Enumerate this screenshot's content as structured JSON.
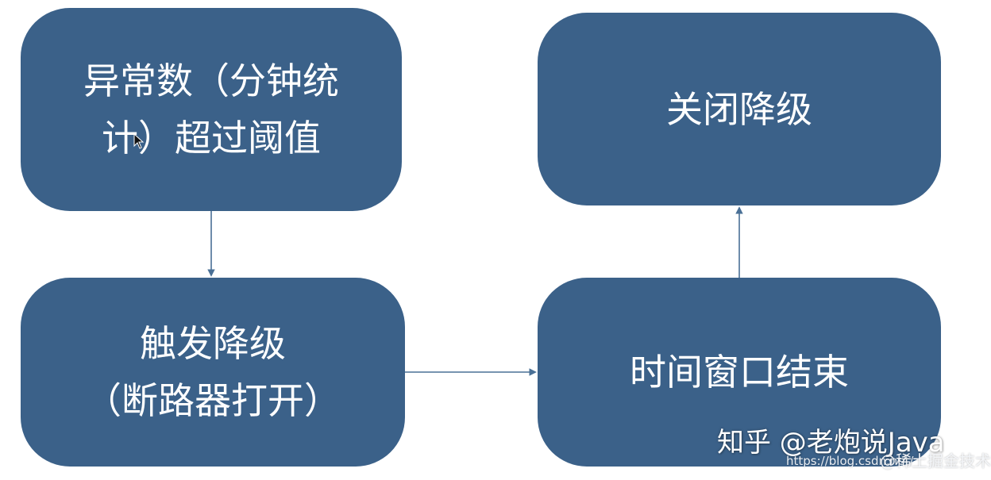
{
  "nodes": {
    "threshold": {
      "line1": "异常数（分钟统",
      "line2": "计）超过阈值"
    },
    "trigger": {
      "line1": "触发降级",
      "line2": "（断路器打开）"
    },
    "window": {
      "label": "时间窗口结束"
    },
    "close": {
      "label": "关闭降级"
    }
  },
  "edges": [
    {
      "from": "threshold",
      "to": "trigger"
    },
    {
      "from": "trigger",
      "to": "window"
    },
    {
      "from": "window",
      "to": "close"
    }
  ],
  "watermark": {
    "main": "知乎 @老炮说Java",
    "url": "https://blog.csdn.net/",
    "site": "@稀土掘金技术社区"
  },
  "colors": {
    "node_fill": "#3b6189",
    "node_text": "#ffffff",
    "connector": "#4a7096",
    "background": "#ffffff"
  },
  "icons": {
    "cursor": "mouse-pointer-icon"
  }
}
